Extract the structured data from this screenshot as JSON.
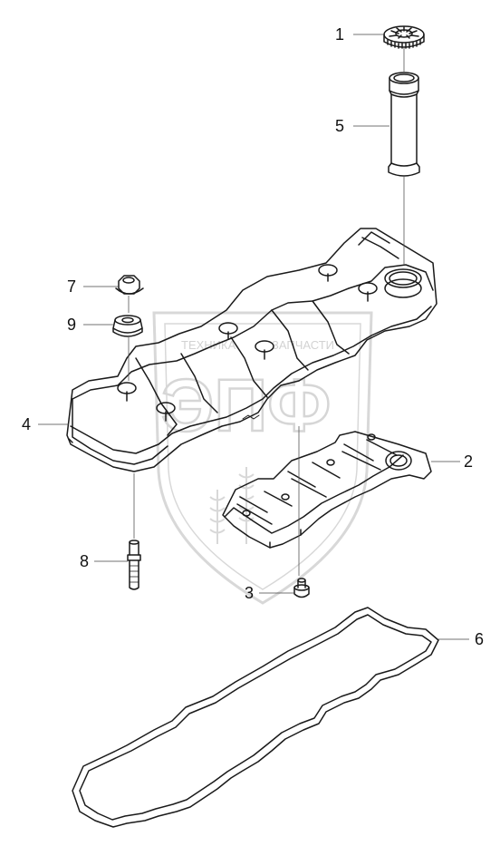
{
  "watermark": {
    "top_text": "ТЕХНИКА",
    "top_text_right": "ЗАПЧАСТИ",
    "logo_letters": "ЭПФ",
    "color": "#c8c8c8"
  },
  "colors": {
    "line": "#1a1a1a",
    "leader": "#444444"
  },
  "callouts": [
    {
      "number": "1",
      "part": "cap"
    },
    {
      "number": "5",
      "part": "filler-neck-tube"
    },
    {
      "number": "7",
      "part": "nut"
    },
    {
      "number": "9",
      "part": "grommet"
    },
    {
      "number": "4",
      "part": "valve-cover"
    },
    {
      "number": "2",
      "part": "baffle-plate"
    },
    {
      "number": "8",
      "part": "stud"
    },
    {
      "number": "3",
      "part": "bolt"
    },
    {
      "number": "6",
      "part": "cover-gasket"
    }
  ]
}
